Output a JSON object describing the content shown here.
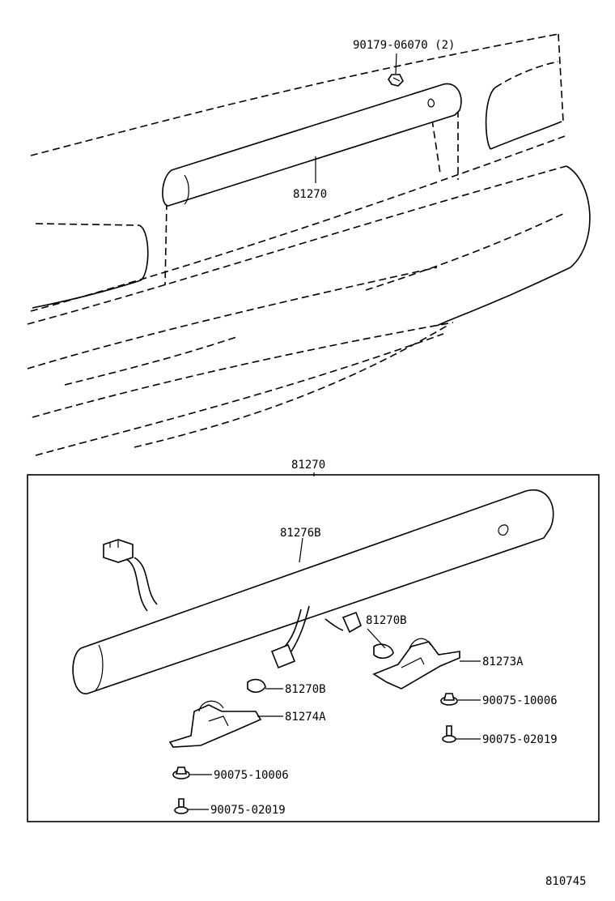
{
  "callouts": {
    "clip_top": "90179-06070 (2)",
    "garnish_top": "81270",
    "assembly_title": "81270",
    "lens_garnish": "81276B",
    "bulb_right": "81270B",
    "lamp_right": "81273A",
    "bulb_left": "81270B",
    "lamp_left": "81274A",
    "nut_right": "90075-10006",
    "screw_right": "90075-02019",
    "nut_left": "90075-10006",
    "screw_left": "90075-02019"
  },
  "figure_number": "810745"
}
